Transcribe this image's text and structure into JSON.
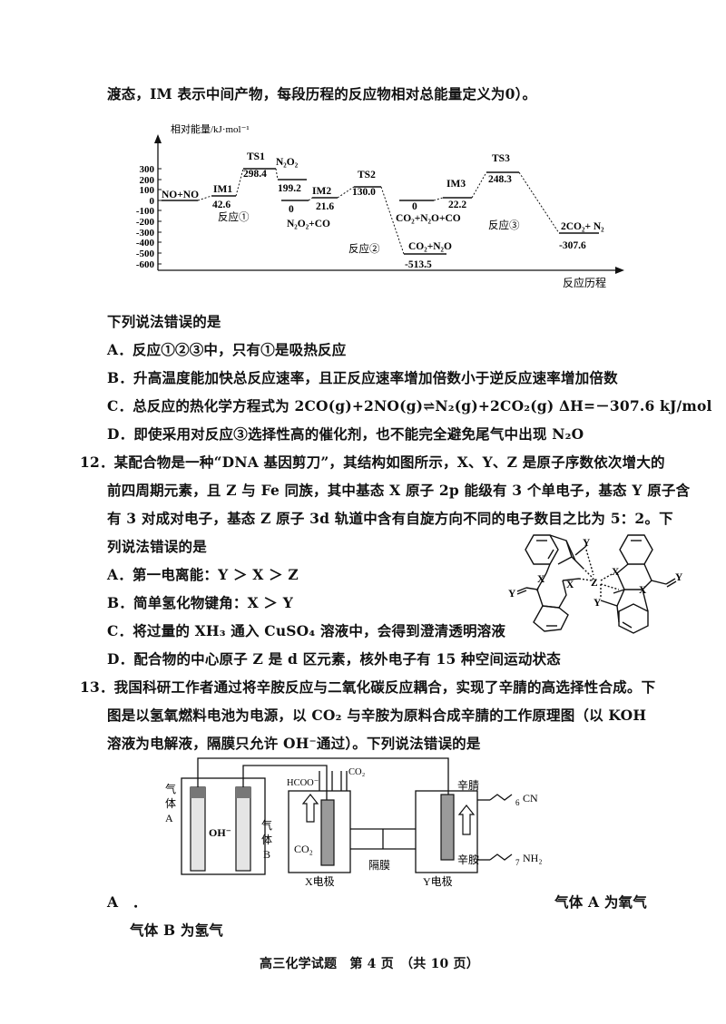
{
  "intro_line": "渡态，IM 表示中间产物，每段历程的反应物相对总能量定义为0）。",
  "energy_chart": {
    "y_label": "相对能量/kJ·mol⁻¹",
    "x_label": "反应历程",
    "y_ticks": [
      "300",
      "200",
      "100",
      "0",
      "-100",
      "-200",
      "-300",
      "-400",
      "-500",
      "-600"
    ],
    "labels": {
      "no_no": "NO+NO",
      "im1": "IM1",
      "im1_val": "42.6",
      "r1": "反应①",
      "ts1": "TS1",
      "ts1_val": "298.4",
      "n2o2": "N₂O₂",
      "n2o2_val": "199.2",
      "zero1": "0",
      "im2": "IM2",
      "im2_val": "21.6",
      "n2o2_co": "N₂O₂+CO",
      "ts2": "TS2",
      "ts2_val": "130.0",
      "r2": "反应②",
      "co2_n2o_low": "CO₂+N₂O",
      "low_val": "-513.5",
      "zero2": "0",
      "co2_n2o_co": "CO₂+N₂O+CO",
      "im3": "IM3",
      "im3_val": "22.2",
      "ts3": "TS3",
      "ts3_val": "248.3",
      "r3": "反应③",
      "final": "2CO₂+ N₂",
      "final_val": "-307.6"
    }
  },
  "q11": {
    "stem": "下列说法错误的是",
    "options": {
      "A": "A．反应①②③中，只有①是吸热反应",
      "B": "B．升高温度能加快总反应速率，且正反应速率增加倍数小于逆反应速率增加倍数",
      "C": "C．总反应的热化学方程式为 2CO(g)+2NO(g)⇌N₂(g)+2CO₂(g)  ΔH=－307.6 kJ/mol",
      "D": "D．即使采用对反应③选择性高的催化剂，也不能完全避免尾气中出现 N₂O"
    }
  },
  "q12": {
    "stem_lines": [
      "12．某配合物是一种“DNA 基因剪刀”，其结构如图所示，X、Y、Z 是原子序数依次增大的",
      "前四周期元素，且 Z 与 Fe 同族，其中基态 X 原子 2p 能级有 3 个单电子，基态 Y 原子含",
      "有 3 对成对电子，基态 Z 原子 3d 轨道中含有自旋方向不同的电子数目之比为 5：2。下",
      "列说法错误的是"
    ],
    "options": {
      "A": "A．第一电离能：Y ＞ X ＞ Z",
      "B": "B．简单氢化物键角：X ＞ Y",
      "C": "C．将过量的 XH₃ 通入 CuSO₄ 溶液中，会得到澄清透明溶液",
      "D": "D．配合物的中心原子 Z 是 d 区元素，核外电子有 15 种空间运动状态"
    },
    "structure_atoms": {
      "x": "X",
      "y": "Y",
      "z": "Z"
    }
  },
  "q13": {
    "stem_lines": [
      "13．我国科研工作者通过将辛胺反应与二氧化碳反应耦合，实现了辛腈的高选择性合成。下",
      "图是以氢氧燃料电池为电源，以 CO₂ 与辛胺为原料合成辛腈的工作原理图（以 KOH",
      "溶液为电解液，隔膜只允许 OH⁻通过）。下列说法错误的是"
    ],
    "diagram": {
      "gas_a": [
        "气",
        "体",
        "A"
      ],
      "gas_b": [
        "气",
        "体",
        "B"
      ],
      "oh": "OH⁻",
      "hcoo": "HCOO⁻",
      "co2_in": "CO₂",
      "co2_top": "CO₂",
      "membrane": "隔膜",
      "x_electrode": "X电极",
      "y_electrode": "Y电极",
      "nitrile": "辛腈",
      "amine": "辛胺",
      "cn_group": "CN",
      "cn_sub": "6",
      "nh2_group": "NH₂",
      "nh2_sub": "7"
    },
    "option_a_label": "A　．",
    "option_a_right": "气体 A 为氧气",
    "option_a_cont": "气体 B 为氢气"
  },
  "footer": "高三化学试题　第 4 页　（共 10 页）"
}
